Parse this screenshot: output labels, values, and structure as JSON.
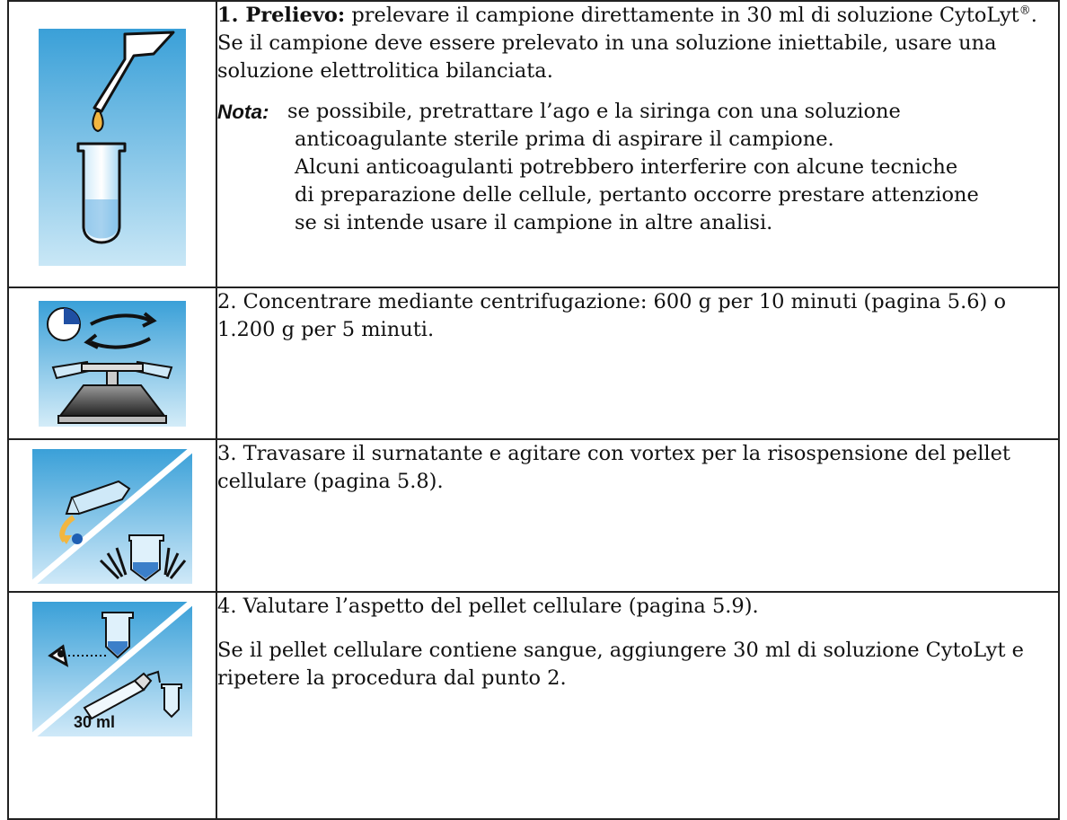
{
  "steps": [
    {
      "lead": "1. Prelievo:",
      "text": " prelevare il campione direttamente in 30 ml di soluzione CytoLyt",
      "reg": "®",
      "text2": ". Se il campione deve essere prelevato in una soluzione iniettabile, usare una soluzione elettrolitica bilanciata.",
      "note_label": "Nota:",
      "note_lines": [
        "se possibile, pretrattare l’ago e la siringa con una soluzione",
        "anticoagulante sterile prima di aspirare il campione.",
        "Alcuni anticoagulanti potrebbero interferire con alcune tecniche",
        "di preparazione delle cellule, pertanto occorre prestare attenzione",
        "se si intende usare il campione in altre analisi."
      ]
    },
    {
      "text": "2. Concentrare mediante centrifugazione: 600 g per 10 minuti (pagina 5.6) o 1.200 g per 5 minuti."
    },
    {
      "text": "3. Travasare il surnatante e agitare con vortex per la risospensione del pellet cellulare (pagina 5.8)."
    },
    {
      "text": "4. Valutare l’aspetto del pellet cellulare (pagina 5.9).",
      "text2": "Se il pellet cellulare contiene sangue, aggiungere 30 ml di soluzione CytoLyt e ripetere la procedura dal punto 2.",
      "icon_label": "30 ml"
    }
  ],
  "icons": [
    "collection-tube-icon",
    "centrifuge-icon",
    "decant-vortex-icon",
    "pellet-evaluate-icon"
  ],
  "colors": {
    "icon_bg_top": "#3aa0d8",
    "icon_bg_bottom": "#c9e7f6",
    "border": "#222222"
  }
}
